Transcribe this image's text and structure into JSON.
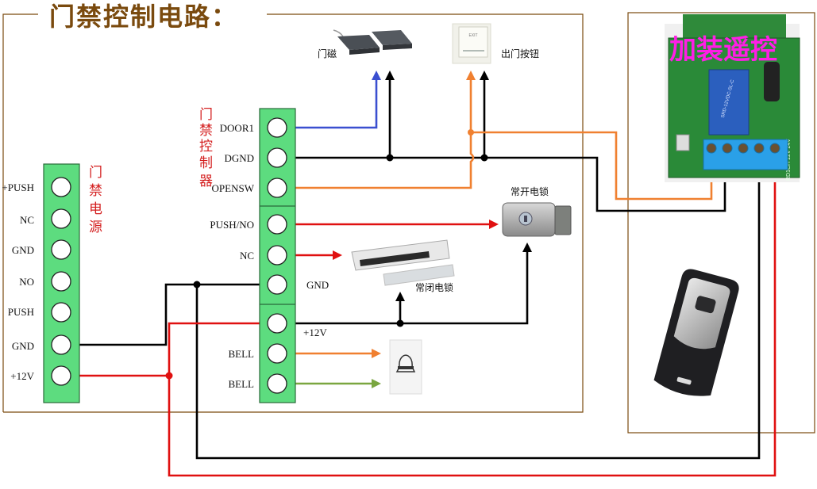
{
  "diagram": {
    "title": "门禁控制电路：",
    "power_supply": {
      "label_chars": [
        "门",
        "禁",
        "电",
        "源"
      ],
      "terminals": [
        "+PUSH",
        "NC",
        "GND",
        "NO",
        "PUSH",
        "GND",
        "+12V"
      ]
    },
    "controller": {
      "label_chars": [
        "门",
        "禁",
        "控",
        "制",
        "器"
      ],
      "terminals": [
        "DOOR1",
        "DGND",
        "OPENSW",
        "PUSH/NO",
        "NC",
        "GND",
        "+12V",
        "BELL",
        "BELL"
      ],
      "side_labels": {
        "gnd": "GND",
        "plus12v": "+12V"
      }
    },
    "devices": {
      "door_magnet": "门磁",
      "exit_button": "出门按钮",
      "exit_button_plate_text": "EXIT",
      "normally_open_lock": "常开电锁",
      "normally_closed_lock": "常闭电锁",
      "doorbell": "doorbell"
    },
    "remote_module": {
      "title": "加装遥控",
      "board_text": "RD1CH 12V 24V",
      "relay_text": "SRD-12VDC-SL-C"
    },
    "colors": {
      "frame": "#7a4a0e",
      "terminal_strip": "#5ddc7f",
      "wire_black": "#000000",
      "wire_red": "#e01010",
      "wire_blue": "#3a4fd0",
      "wire_orange": "#f08030",
      "wire_green": "#7aa640",
      "remote_title": "#ff1ee6"
    }
  }
}
